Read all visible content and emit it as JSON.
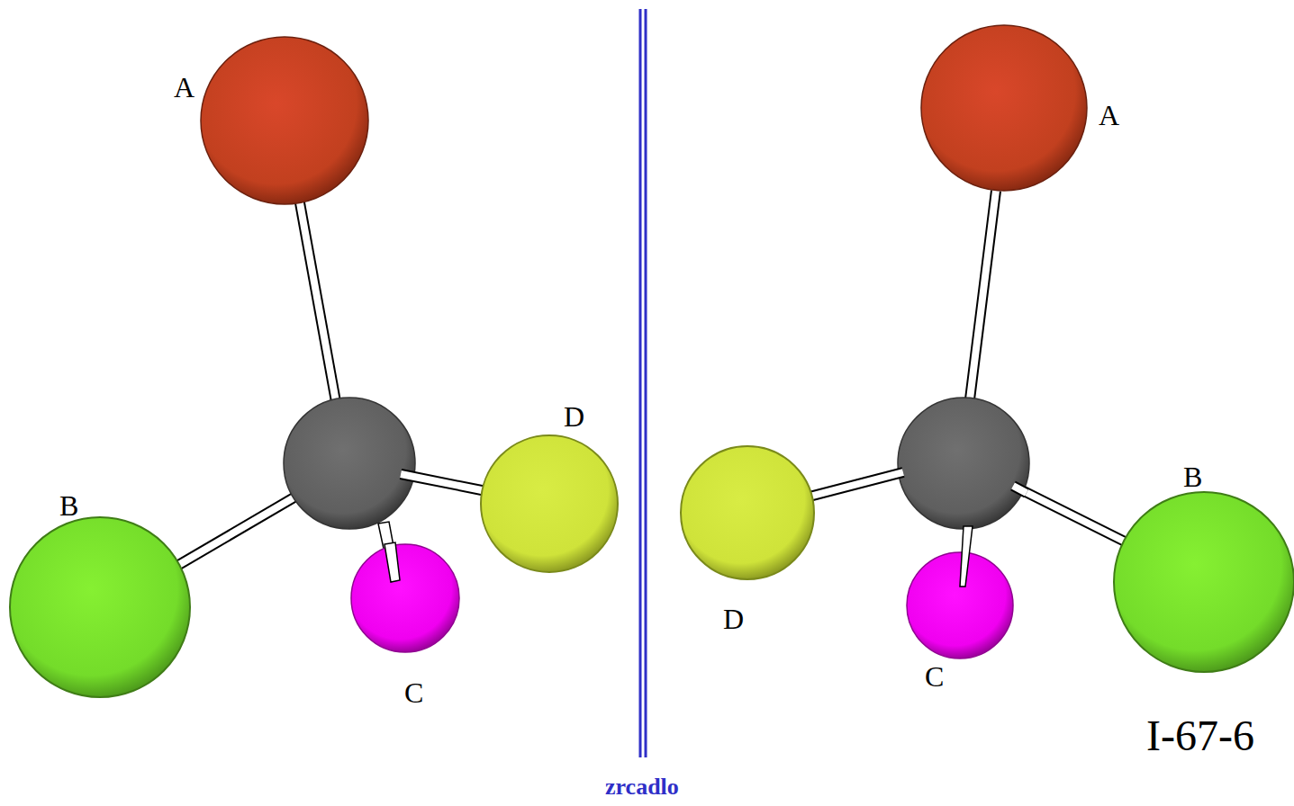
{
  "diagram": {
    "caption": "zrcadlo",
    "labels": [
      "A",
      "B",
      "C",
      "D",
      "A",
      "B",
      "C",
      "D",
      "I-67-6"
    ]
  }
}
